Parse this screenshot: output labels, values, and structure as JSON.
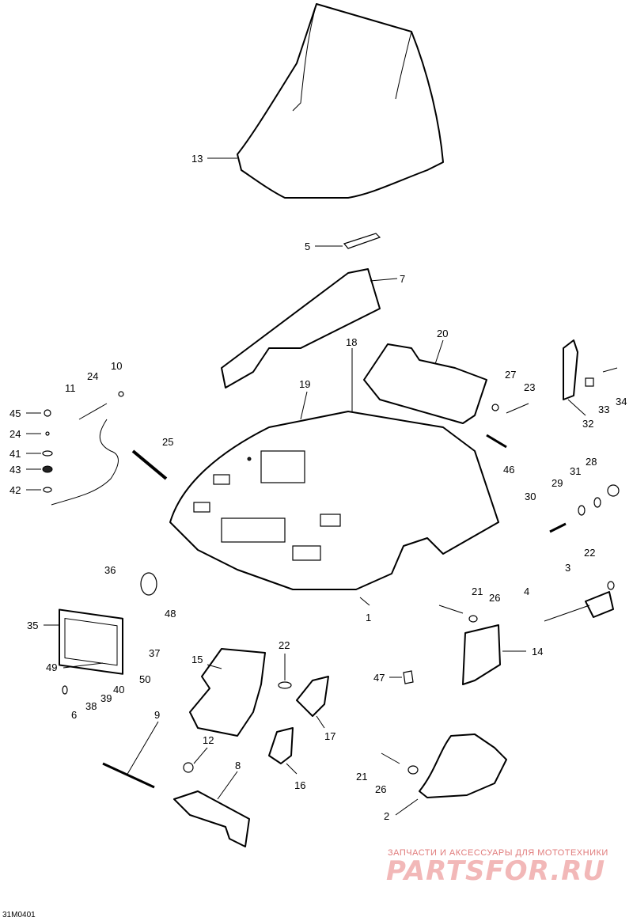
{
  "diagram_code": "31M0401",
  "watermark": {
    "tagline": "ЗАПЧАСТИ И АКСЕССУАРЫ ДЛЯ МОТОТЕХНИКИ",
    "brand": "PARTSFOR.RU"
  },
  "callouts": {
    "c1": "1",
    "c2": "2",
    "c3": "3",
    "c4": "4",
    "c5": "5",
    "c6": "6",
    "c7": "7",
    "c8": "8",
    "c9": "9",
    "c10": "10",
    "c11": "11",
    "c12": "12",
    "c13": "13",
    "c14": "14",
    "c15": "15",
    "c16": "16",
    "c17": "17",
    "c18": "18",
    "c19": "19",
    "c20": "20",
    "c21a": "21",
    "c21b": "21",
    "c22a": "22",
    "c22b": "22",
    "c23": "23",
    "c24a": "24",
    "c24b": "24",
    "c25": "25",
    "c26a": "26",
    "c26b": "26",
    "c27": "27",
    "c28": "28",
    "c29": "29",
    "c30": "30",
    "c31": "31",
    "c32": "32",
    "c33": "33",
    "c34": "34",
    "c35": "35",
    "c36": "36",
    "c37": "37",
    "c38": "38",
    "c39": "39",
    "c40": "40",
    "c41": "41",
    "c42": "42",
    "c43": "43",
    "c45": "45",
    "c46": "46",
    "c47": "47",
    "c48": "48",
    "c49": "49",
    "c50": "50"
  }
}
